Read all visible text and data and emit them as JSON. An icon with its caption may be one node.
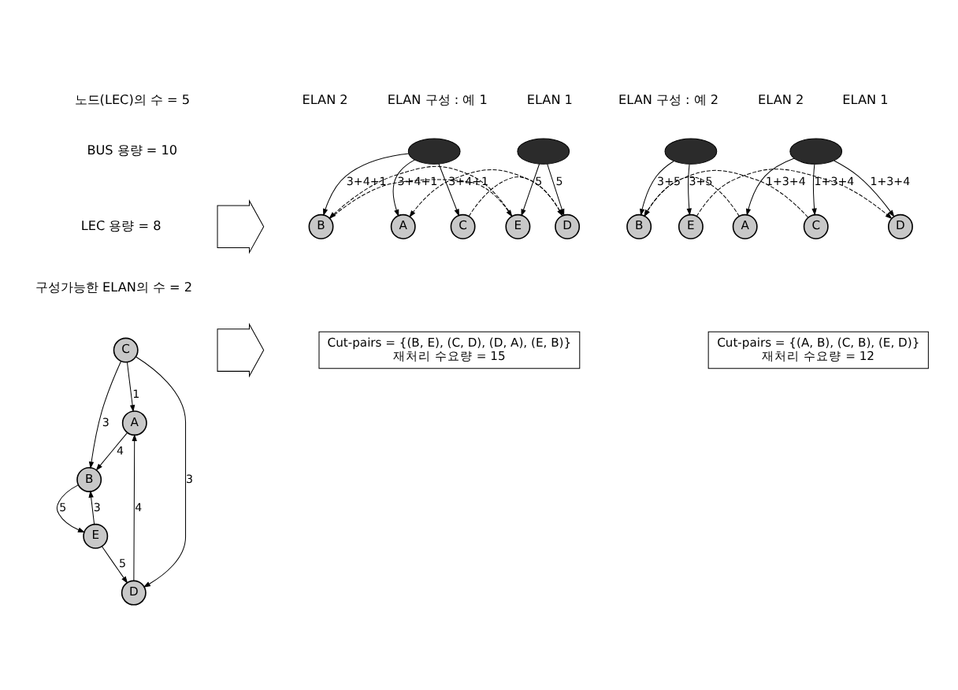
{
  "diagram": {
    "nodes": [
      {
        "text": [
          "A"
        ]
      },
      {
        "text": [
          "B"
        ]
      },
      {
        "text": [
          "C"
        ]
      },
      {
        "text": [
          "D"
        ]
      },
      {
        "text": [
          "E"
        ]
      },
      {
        "text": [],
        "shape": "arrow"
      },
      {
        "text": [],
        "shape": "arrow"
      },
      {
        "text": [],
        "shape": "ellipse"
      },
      {
        "text": [
          "B"
        ]
      },
      {
        "text": [
          "A"
        ]
      },
      {
        "text": [
          "C"
        ]
      },
      {
        "text": [
          "E"
        ]
      },
      {
        "text": [],
        "shape": "ellipse"
      },
      {
        "text": [
          "D"
        ]
      },
      {
        "text": [
          "Cut-pairs = {(B, E), (C, D), (D, A), (E, B)}",
          "재처리 수요량 = 15"
        ]
      },
      {
        "text": [],
        "shape": "ellipse"
      },
      {
        "text": [
          "A"
        ]
      },
      {
        "text": [
          "B"
        ]
      },
      {
        "text": [
          "C"
        ]
      },
      {
        "text": [
          "E"
        ]
      },
      {
        "text": [],
        "shape": "ellipse"
      },
      {
        "text": [
          "D"
        ]
      },
      {
        "text": [
          "Cut-pairs = {(A, B), (C, B), (E, D)}",
          "재처리 수요량 = 12"
        ]
      }
    ],
    "edges": [
      {
        "from": 0,
        "to": 1,
        "arrow": "to",
        "label": "4"
      },
      {
        "from": 1,
        "to": 4,
        "arrow": "to",
        "label": "5"
      },
      {
        "from": 4,
        "to": 1,
        "arrow": "to",
        "label": "3"
      },
      {
        "from": 2,
        "to": 0,
        "arrow": "to",
        "label": "1"
      },
      {
        "from": 2,
        "to": 1,
        "arrow": "to",
        "label": "3"
      },
      {
        "from": 3,
        "to": 0,
        "arrow": "to",
        "label": "4"
      },
      {
        "from": 2,
        "to": 3,
        "arrow": "to",
        "label": "3"
      },
      {
        "from": 4,
        "to": 3,
        "arrow": "to",
        "label": "5"
      },
      {
        "from": 7,
        "to": 8,
        "arrow": "to",
        "label": "3+4+1"
      },
      {
        "from": 7,
        "to": 9,
        "arrow": "to",
        "label": "3+4+1"
      },
      {
        "from": 7,
        "to": 10,
        "arrow": "to",
        "label": "3+4+1"
      },
      {
        "from": 8,
        "to": 11,
        "arrow": "to",
        "style": "dashed"
      },
      {
        "from": 11,
        "to": 8,
        "arrow": "to",
        "style": "dashed"
      },
      {
        "from": 13,
        "to": 9,
        "arrow": "to",
        "style": "dashed"
      },
      {
        "from": 10,
        "to": 13,
        "arrow": "to",
        "style": "dashed"
      },
      {
        "from": 12,
        "to": 11,
        "arrow": "to",
        "label": "5"
      },
      {
        "from": 12,
        "to": 13,
        "arrow": "to",
        "label": "5"
      },
      {
        "from": 15,
        "to": 17,
        "arrow": "to",
        "label": "3+5"
      },
      {
        "from": 15,
        "to": 19,
        "arrow": "to",
        "label": "3+5"
      },
      {
        "from": 16,
        "to": 17,
        "arrow": "to",
        "style": "dashed"
      },
      {
        "from": 18,
        "to": 17,
        "arrow": "to",
        "style": "dashed"
      },
      {
        "from": 19,
        "to": 21,
        "arrow": "to",
        "style": "dashed"
      },
      {
        "from": 20,
        "to": 16,
        "arrow": "to",
        "label": "1+3+4"
      },
      {
        "from": 20,
        "to": 18,
        "arrow": "to",
        "label": "1+3+4"
      },
      {
        "from": 20,
        "to": 21,
        "arrow": "to",
        "label": "1+3+4"
      }
    ],
    "labels": [
      "노드(LEC)의 수 = 5",
      "BUS 용량 = 10",
      "LEC 용량 = 8",
      "구성가능한 ELAN의 수 = 2",
      "ELAN 1",
      "ELAN 구성 : 예 1",
      "ELAN 2",
      "ELAN 1",
      "ELAN 2",
      "ELAN 구성 : 예 2"
    ]
  }
}
